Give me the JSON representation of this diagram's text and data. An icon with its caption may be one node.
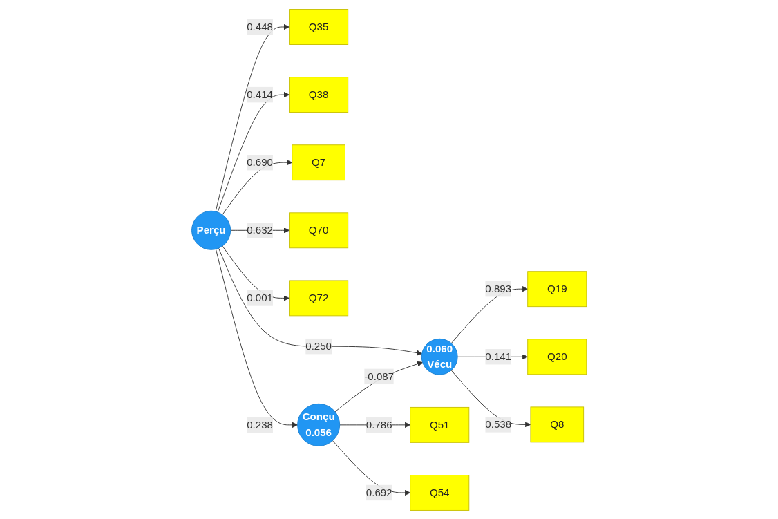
{
  "diagram": {
    "nodes": [
      {
        "text": [
          "Q35"
        ]
      },
      {
        "text": [
          "Q38"
        ]
      },
      {
        "text": [
          "Q7"
        ]
      },
      {
        "text": [
          "Q70"
        ]
      },
      {
        "text": [
          "Q72"
        ]
      },
      {
        "text": [
          "Perçu"
        ]
      },
      {
        "text": [
          "0.060",
          "Vécu"
        ]
      },
      {
        "text": [
          "Q19"
        ]
      },
      {
        "text": [
          "Q20"
        ]
      },
      {
        "text": [
          "Q8"
        ]
      },
      {
        "text": [
          "Conçu",
          "0.056"
        ]
      },
      {
        "text": [
          "Q51"
        ]
      },
      {
        "text": [
          "Q54"
        ]
      }
    ],
    "edges": [
      {
        "from": 5,
        "to": 0,
        "arrow": "to",
        "label": "0.448"
      },
      {
        "from": 5,
        "to": 1,
        "arrow": "to",
        "label": "0.414"
      },
      {
        "from": 5,
        "to": 2,
        "arrow": "to",
        "label": "0.690"
      },
      {
        "from": 5,
        "to": 3,
        "arrow": "to",
        "label": "0.632"
      },
      {
        "from": 5,
        "to": 4,
        "arrow": "to",
        "label": "0.001"
      },
      {
        "from": 5,
        "to": 6,
        "arrow": "to",
        "label": "0.250"
      },
      {
        "from": 6,
        "to": 7,
        "arrow": "to",
        "label": "0.893"
      },
      {
        "from": 6,
        "to": 8,
        "arrow": "to",
        "label": "0.141"
      },
      {
        "from": 6,
        "to": 9,
        "arrow": "to",
        "label": "0.538"
      },
      {
        "from": 5,
        "to": 10,
        "arrow": "to",
        "label": "0.238"
      },
      {
        "from": 10,
        "to": 6,
        "arrow": "to",
        "label": "-0.087"
      },
      {
        "from": 10,
        "to": 11,
        "arrow": "to",
        "label": "0.786"
      },
      {
        "from": 10,
        "to": 12,
        "arrow": "to",
        "label": "0.692"
      }
    ]
  }
}
